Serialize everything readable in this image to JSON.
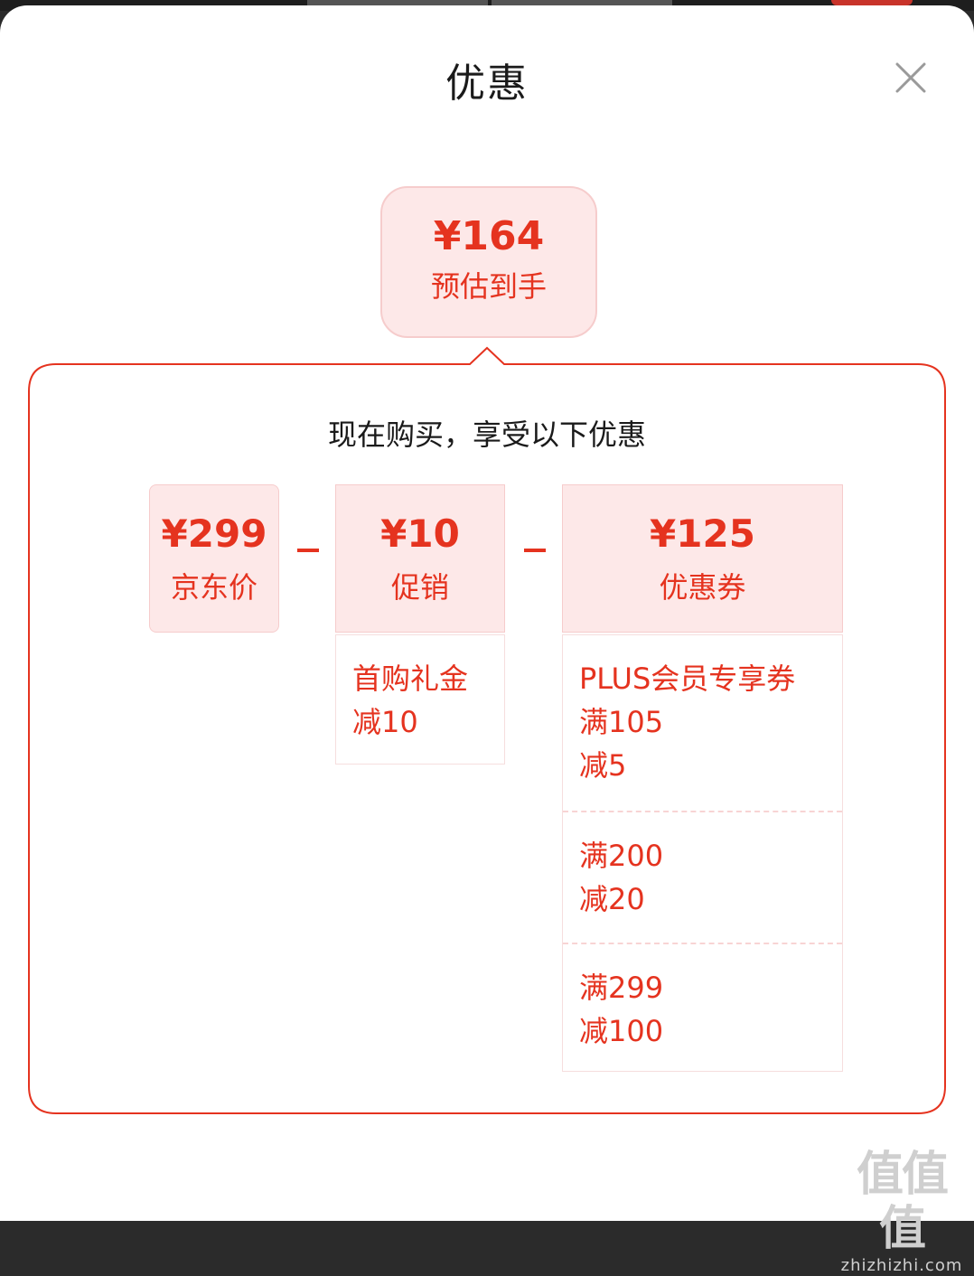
{
  "header": {
    "title": "优惠"
  },
  "estimate": {
    "amount": "¥164",
    "label": "预估到手"
  },
  "panel": {
    "subtitle": "现在购买，享受以下优惠"
  },
  "breakdown": {
    "price": {
      "amount": "¥299",
      "label": "京东价"
    },
    "promo": {
      "amount": "¥10",
      "label": "促销"
    },
    "coupon": {
      "amount": "¥125",
      "label": "优惠券"
    }
  },
  "promo_items": [
    {
      "line1": "首购礼金",
      "line2": "减10"
    }
  ],
  "coupon_items": [
    {
      "line1": "PLUS会员专享券",
      "line2": "满105",
      "line3": "减5"
    },
    {
      "line1": "满200",
      "line2": "减20"
    },
    {
      "line1": "满299",
      "line2": "减100"
    }
  ],
  "watermark": {
    "logo": "值值值",
    "url": "zhizhizhi.com"
  },
  "colors": {
    "accent": "#e5331f",
    "tint": "#fde8e8"
  }
}
